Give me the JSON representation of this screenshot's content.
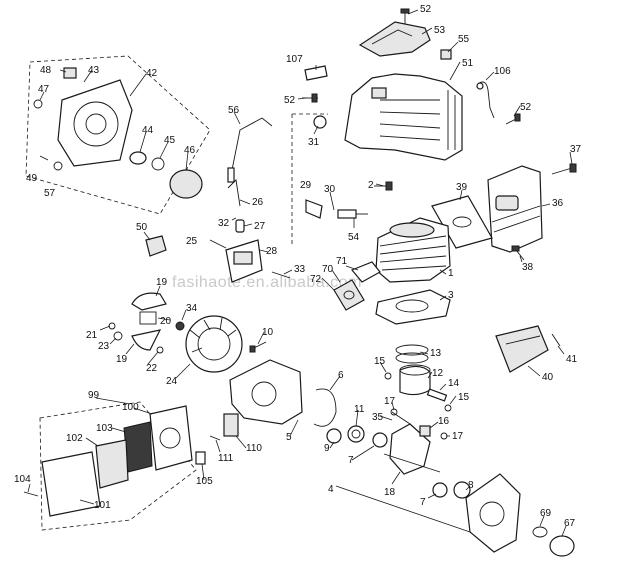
{
  "watermark": "fasihaote.en.alibaba.com",
  "callouts": {
    "c52a": "52",
    "c53": "53",
    "c55": "55",
    "c51": "51",
    "c107": "107",
    "c52b": "52",
    "c106": "106",
    "c52c": "52",
    "c48": "48",
    "c43": "43",
    "c42": "42",
    "c47": "47",
    "c44": "44",
    "c45": "45",
    "c46": "46",
    "c49": "49",
    "c57": "57",
    "c56": "56",
    "c31": "31",
    "c2": "2",
    "c29": "29",
    "c30": "30",
    "c39": "39",
    "c37": "37",
    "c36": "36",
    "c26": "26",
    "c32": "32",
    "c27": "27",
    "c25": "25",
    "c28": "28",
    "c54": "54",
    "c38": "38",
    "c50": "50",
    "c33": "33",
    "c71": "71",
    "c72": "72",
    "c70": "70",
    "c1": "1",
    "c3": "3",
    "c19a": "19",
    "c34": "34",
    "c21": "21",
    "c20": "20",
    "c23": "23",
    "c19b": "19",
    "c22": "22",
    "c10": "10",
    "c24": "24",
    "c41": "41",
    "c13": "13",
    "c15a": "15",
    "c12": "12",
    "c40": "40",
    "c14": "14",
    "c15b": "15",
    "c99": "99",
    "c6": "6",
    "c100": "100",
    "c103": "103",
    "c11": "11",
    "c35": "35",
    "c17a": "17",
    "c16": "16",
    "c17b": "17",
    "c102": "102",
    "c5": "5",
    "c9": "9",
    "c7a": "7",
    "c110": "110",
    "c111": "111",
    "c105": "105",
    "c104": "104",
    "c101": "101",
    "c4": "4",
    "c18": "18",
    "c8": "8",
    "c7b": "7",
    "c69": "69",
    "c67": "67"
  }
}
